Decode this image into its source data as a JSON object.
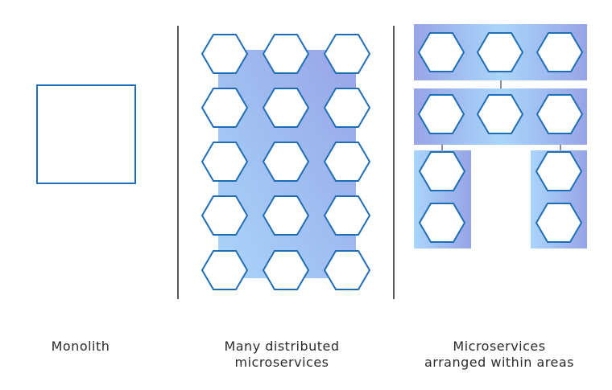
{
  "colors": {
    "outline": "#1f6eb5",
    "gradient_light": "#a9d5fb",
    "gradient_dark": "#97a4e6",
    "divider": "#222222",
    "caption_text": "#2b2b2b"
  },
  "captions": {
    "monolith": "Monolith",
    "distributed": [
      "Many distributed",
      "microservices"
    ],
    "areas": [
      "Microservices",
      "arranged within areas"
    ]
  },
  "distributed_grid": {
    "rows": 5,
    "cols": 3
  },
  "areas": [
    {
      "name": "top-area",
      "hexagon_count": 3
    },
    {
      "name": "middle-area",
      "hexagon_count": 3
    },
    {
      "name": "left-area",
      "hexagon_count": 2
    },
    {
      "name": "right-area",
      "hexagon_count": 2
    }
  ]
}
